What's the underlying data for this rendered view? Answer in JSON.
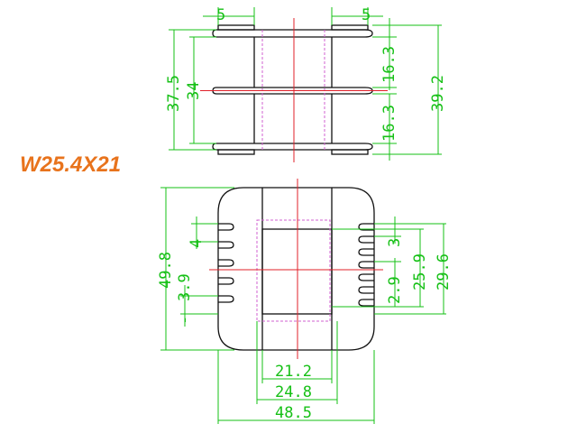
{
  "title": "W25.4X21",
  "dims": {
    "top_left_width": "5",
    "top_right_width": "5",
    "height_outer_left": "37.5",
    "height_inner_left": "34",
    "right_upper": "16.3",
    "right_lower": "16.3",
    "height_right": "39.2",
    "front_height": "49.8",
    "pin_pitch": "4",
    "pin_left_lower": "3.9",
    "pin_right_top": "3",
    "pin_right_mid": "2.9",
    "window_25_9": "25.9",
    "window_29_6": "29.6",
    "bottom_21_2": "21.2",
    "bottom_24_8": "24.8",
    "bottom_48_5": "48.5"
  },
  "colors": {
    "dimension": "#16c016",
    "outline": "#111111",
    "centerline": "#e0202a",
    "hidden": "#d060d0",
    "title": "#e8731c"
  }
}
